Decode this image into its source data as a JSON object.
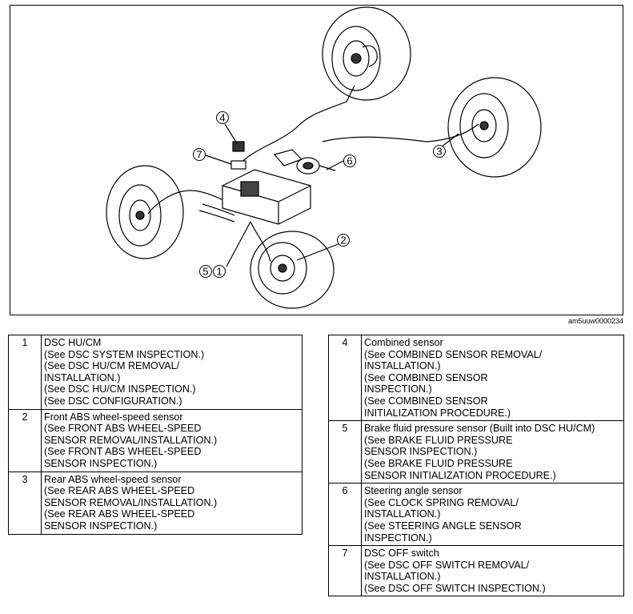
{
  "figure": {
    "id": "am5uuw0000234",
    "callouts": [
      "1",
      "2",
      "3",
      "4",
      "5",
      "6",
      "7"
    ]
  },
  "parts_left": [
    {
      "num": "1",
      "lines": [
        "DSC HU/CM",
        "(See DSC SYSTEM INSPECTION.)",
        "(See DSC HU/CM REMOVAL/",
        "INSTALLATION.)",
        "(See DSC HU/CM INSPECTION.)",
        "(See DSC CONFIGURATION.)"
      ]
    },
    {
      "num": "2",
      "lines": [
        "Front ABS wheel-speed sensor",
        "(See FRONT ABS WHEEL-SPEED",
        "SENSOR REMOVAL/INSTALLATION.)",
        "(See FRONT ABS WHEEL-SPEED",
        "SENSOR INSPECTION.)"
      ]
    },
    {
      "num": "3",
      "lines": [
        "Rear ABS wheel-speed sensor",
        "(See REAR ABS WHEEL-SPEED",
        "SENSOR REMOVAL/INSTALLATION.)",
        "(See REAR ABS WHEEL-SPEED",
        "SENSOR INSPECTION.)"
      ]
    }
  ],
  "parts_right": [
    {
      "num": "4",
      "lines": [
        "Combined sensor",
        "(See COMBINED SENSOR REMOVAL/",
        "INSTALLATION.)",
        "(See COMBINED SENSOR",
        "INSPECTION.)",
        "(See COMBINED SENSOR",
        "INITIALIZATION PROCEDURE.)"
      ]
    },
    {
      "num": "5",
      "lines": [
        "Brake fluid pressure sensor (Built into DSC HU/CM)",
        "(See BRAKE FLUID PRESSURE",
        "SENSOR INSPECTION.)",
        "(See BRAKE FLUID PRESSURE",
        "SENSOR INITIALIZATION PROCEDURE.)"
      ]
    },
    {
      "num": "6",
      "lines": [
        "Steering angle sensor",
        "(See CLOCK SPRING REMOVAL/",
        "INSTALLATION.)",
        "(See STEERING ANGLE SENSOR",
        "INSPECTION.)"
      ]
    },
    {
      "num": "7",
      "lines": [
        "DSC OFF switch",
        "(See DSC OFF SWITCH REMOVAL/",
        "INSTALLATION.)",
        "(See DSC OFF SWITCH INSPECTION.)"
      ]
    }
  ]
}
